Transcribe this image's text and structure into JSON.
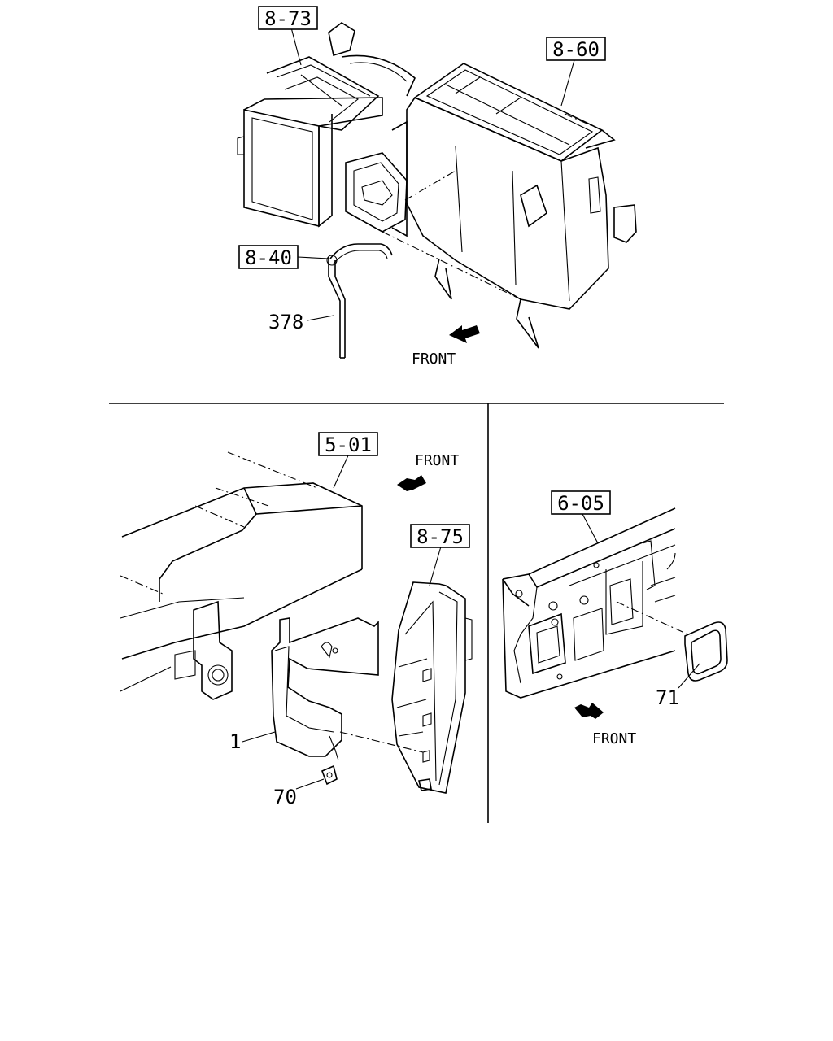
{
  "top_section": {
    "ref_8_73": "8-73",
    "ref_8_60": "8-60",
    "ref_8_40": "8-40",
    "part_378": "378",
    "front_label": "FRONT"
  },
  "bottom_left_section": {
    "ref_5_01": "5-01",
    "ref_8_75": "8-75",
    "part_1": "1",
    "part_70": "70",
    "front_label": "FRONT"
  },
  "bottom_right_section": {
    "ref_6_05": "6-05",
    "part_71": "71",
    "front_label": "FRONT"
  }
}
